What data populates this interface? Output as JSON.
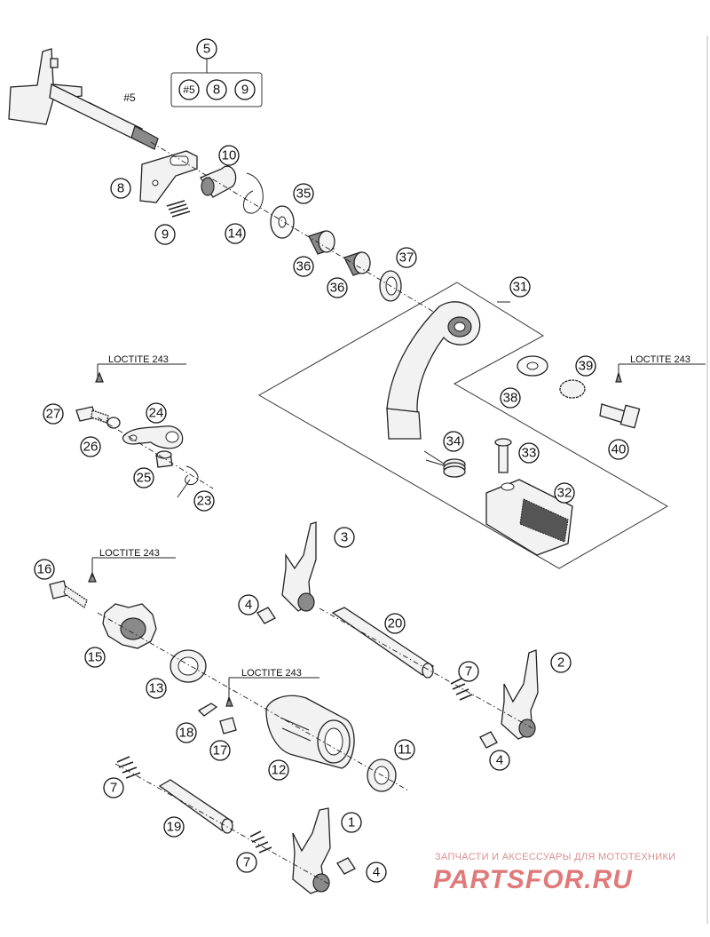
{
  "callouts": {
    "c5": "5",
    "c5a": "#5",
    "c5b": "8",
    "c5c": "9",
    "shaft_label": "#5",
    "c8": "8",
    "c9": "9",
    "c10": "10",
    "c14": "14",
    "c35": "35",
    "c36a": "36",
    "c36b": "36",
    "c37": "37",
    "c31": "31",
    "c38": "38",
    "c39": "39",
    "c40": "40",
    "c34": "34",
    "c33": "33",
    "c32": "32",
    "c27": "27",
    "c26": "26",
    "c24": "24",
    "c25": "25",
    "c23": "23",
    "c3": "3",
    "c4a": "4",
    "c20": "20",
    "c2": "2",
    "c7a": "7",
    "c4b": "4",
    "c16": "16",
    "c15": "15",
    "c13": "13",
    "c18": "18",
    "c17": "17",
    "c12": "12",
    "c11": "11",
    "c7b": "7",
    "c19": "19",
    "c7c": "7",
    "c1": "1",
    "c4c": "4"
  },
  "notes": {
    "loctite_a": "LOCTITE 243",
    "loctite_b": "LOCTITE 243",
    "loctite_c": "LOCTITE 243",
    "loctite_d": "LOCTITE 243"
  },
  "watermark": {
    "tagline": "ЗАПЧАСТИ И АКСЕССУАРЫ ДЛЯ МОТОТЕХНИКИ",
    "logo": "PARTSFOR.RU",
    "color": "#e07a7a"
  }
}
